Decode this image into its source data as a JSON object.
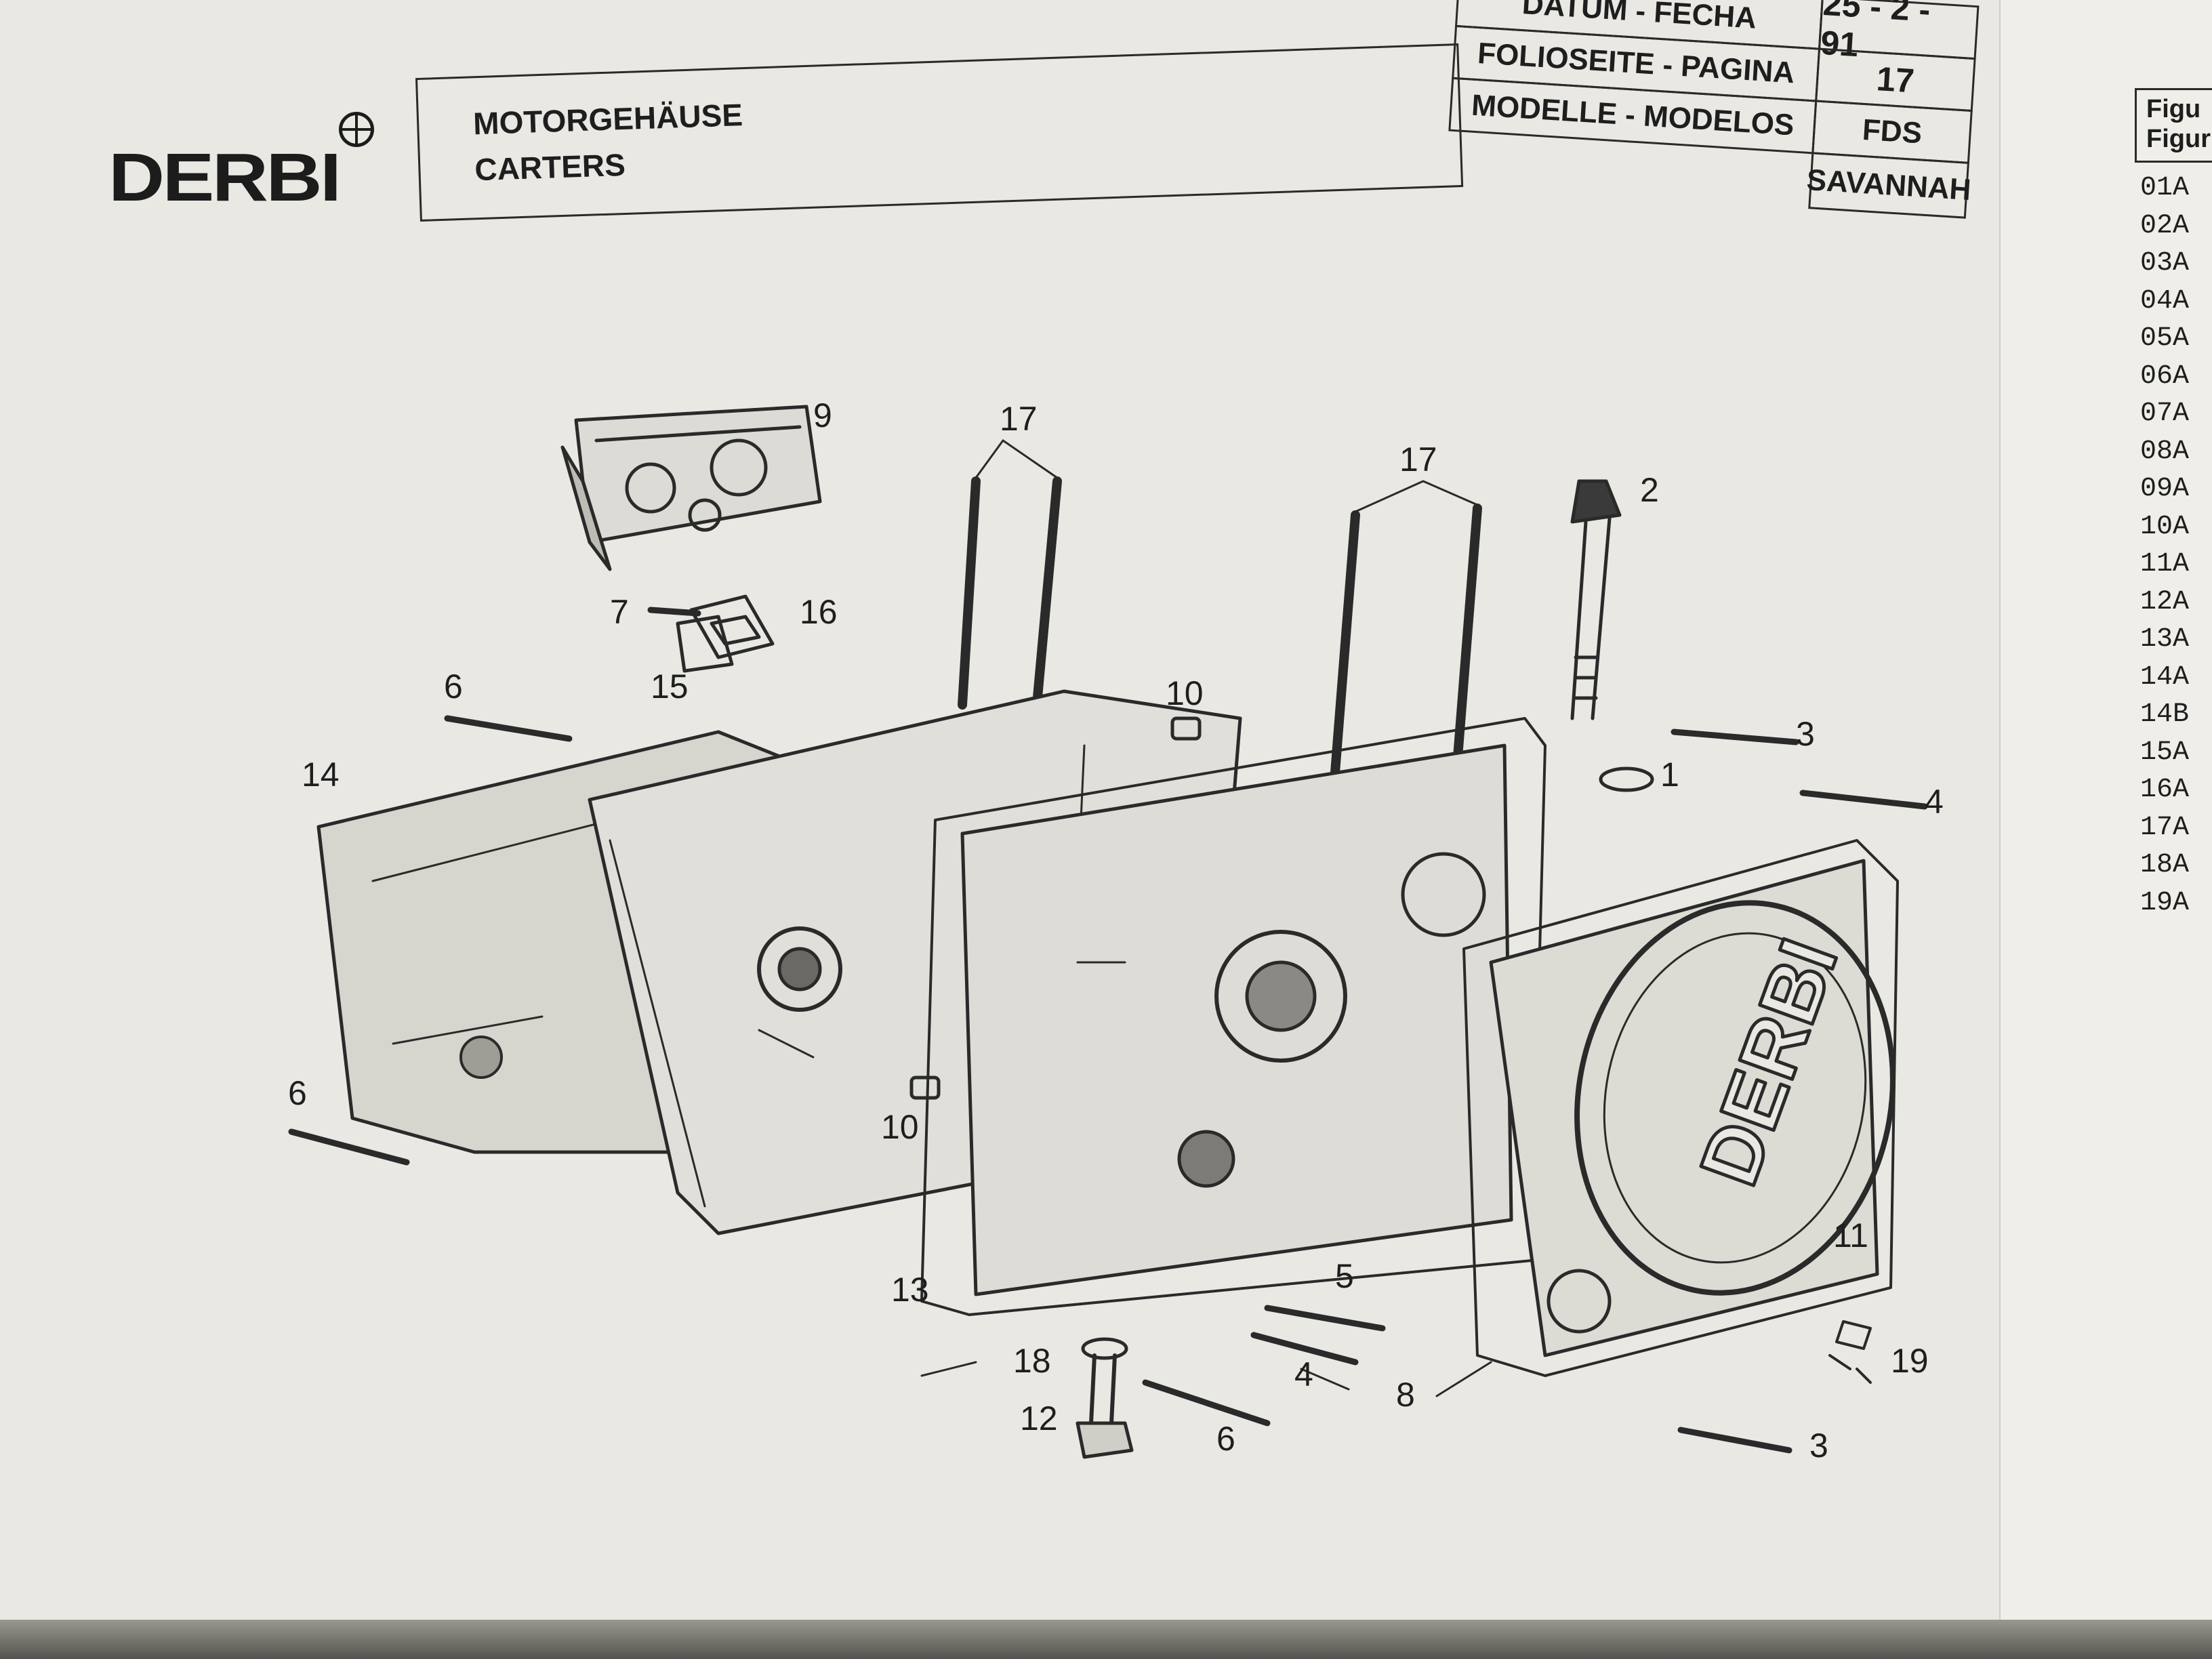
{
  "logo": {
    "text": "DERBI"
  },
  "title": {
    "line1": "MOTORGEHÄUSE",
    "line2": "CARTERS"
  },
  "header": [
    {
      "label": "DATUM - FECHA",
      "value": "25 - 2 - 91"
    },
    {
      "label": "FOLIOSEITE - PAGINA",
      "value": "17"
    },
    {
      "label": "MODELLE - MODELOS",
      "value": "FDS"
    },
    {
      "label": "",
      "value": "SAVANNAH"
    }
  ],
  "callouts": [
    {
      "label": "9"
    },
    {
      "label": "17"
    },
    {
      "label": "17"
    },
    {
      "label": "2"
    },
    {
      "label": "7"
    },
    {
      "label": "16"
    },
    {
      "label": "15"
    },
    {
      "label": "6"
    },
    {
      "label": "10"
    },
    {
      "label": "3"
    },
    {
      "label": "1"
    },
    {
      "label": "4"
    },
    {
      "label": "14"
    },
    {
      "label": "6"
    },
    {
      "label": "10"
    },
    {
      "label": "11"
    },
    {
      "label": "13"
    },
    {
      "label": "5"
    },
    {
      "label": "18"
    },
    {
      "label": "4"
    },
    {
      "label": "19"
    },
    {
      "label": "8"
    },
    {
      "label": "12"
    },
    {
      "label": "6"
    },
    {
      "label": "3"
    }
  ],
  "figure_panel": {
    "head_line1": "Figu",
    "head_line2": "Figur",
    "items": [
      "01A",
      "02A",
      "03A",
      "04A",
      "05A",
      "06A",
      "07A",
      "08A",
      "09A",
      "10A",
      "11A",
      "12A",
      "13A",
      "14A",
      "14B",
      "15A",
      "16A",
      "17A",
      "18A",
      "19A"
    ]
  }
}
